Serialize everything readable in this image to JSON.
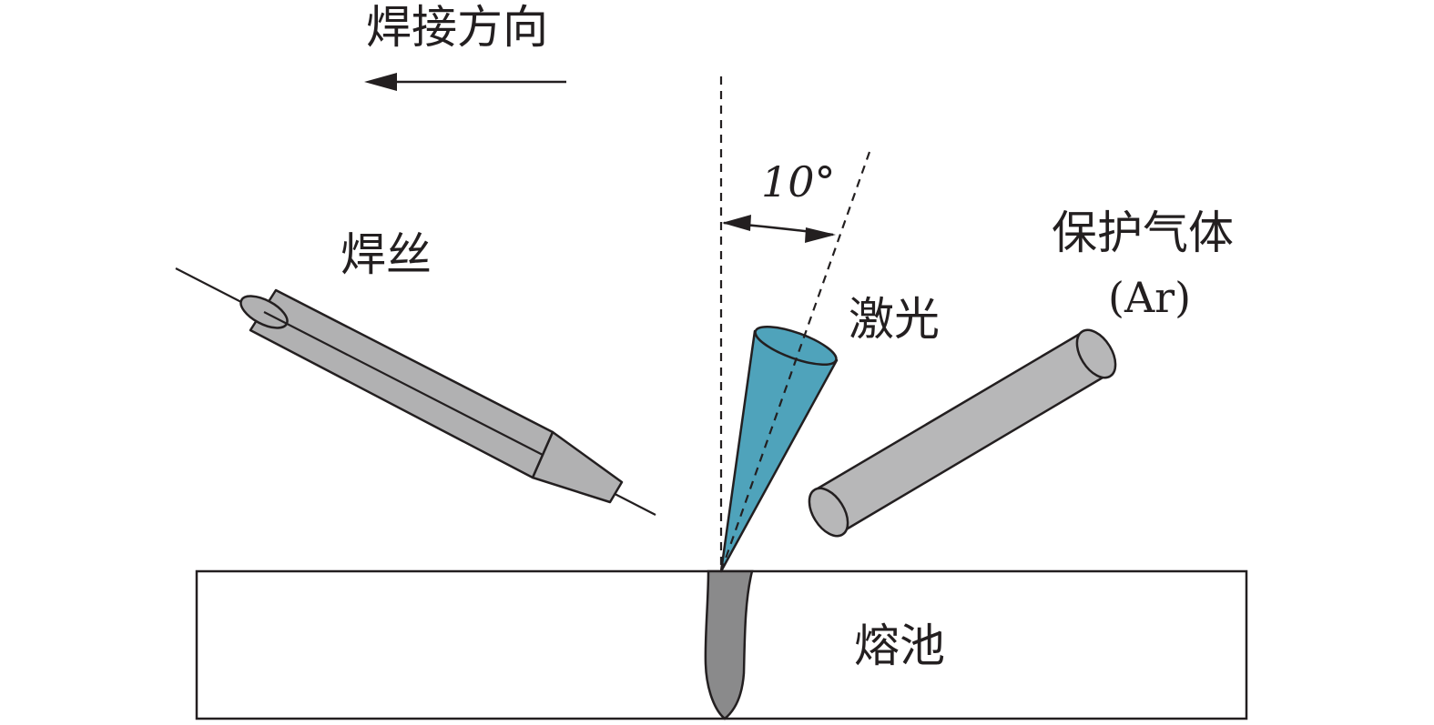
{
  "labels": {
    "welding_direction": "焊接方向",
    "angle": "10°",
    "wire": "焊丝",
    "laser": "激光",
    "shielding_gas": "保护气体",
    "shielding_gas_formula": "(Ar)",
    "molten_pool": "熔池"
  },
  "colors": {
    "outline": "#231f20",
    "laser_cone": "#4fa3bb",
    "torch_body": "#b1b1b2",
    "gas_nozzle": "#b7b7b8",
    "molten_pool": "#8a8a8b",
    "workpiece": "#ffffff"
  },
  "icons": {
    "direction_arrow": "arrow-left-icon"
  }
}
